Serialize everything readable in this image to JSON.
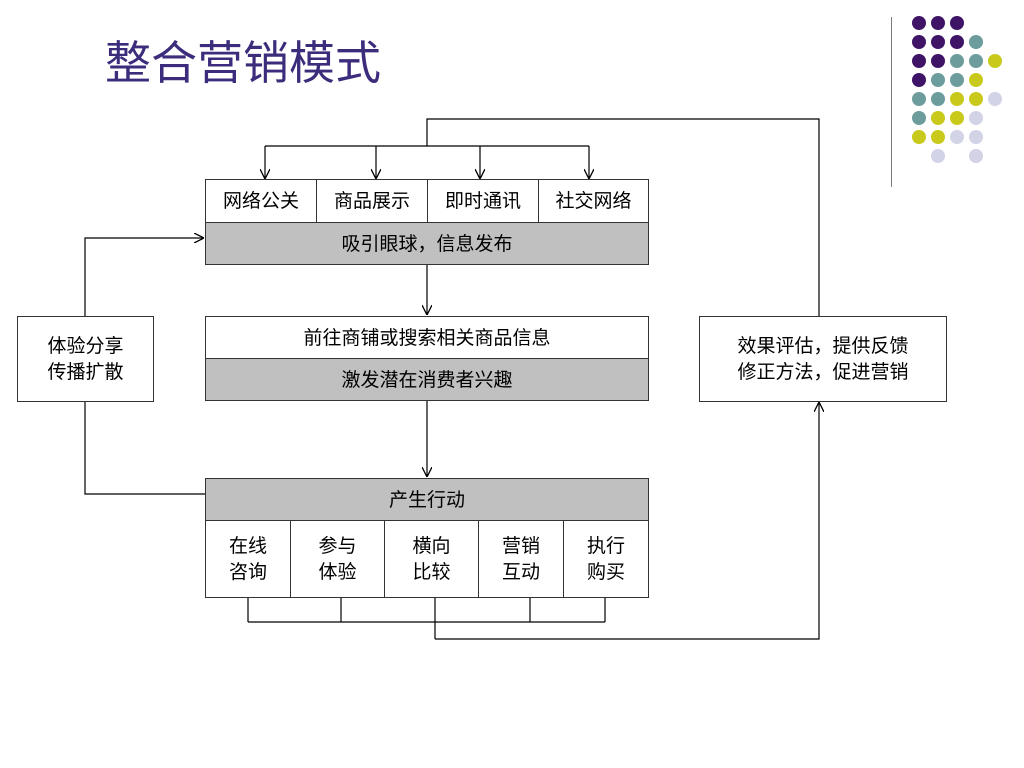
{
  "title": "整合营销模式",
  "colors": {
    "title": "#3d2c7c",
    "dot_purple": "#3f1467",
    "dot_teal": "#6d9c9c",
    "dot_yellow": "#c9c91c",
    "dot_lavender": "#d3d3e8",
    "box_gray": "#c0c0c0",
    "connector": "#000000"
  },
  "diagram": {
    "channels": [
      {
        "label": "网络公关"
      },
      {
        "label": "商品展示"
      },
      {
        "label": "即时通讯"
      },
      {
        "label": "社交网络"
      }
    ],
    "stage1_label": "吸引眼球，信息发布",
    "stage2_top_label": "前往商铺或搜索相关商品信息",
    "stage2_bottom_label": "激发潜在消费者兴趣",
    "stage3_label": "产生行动",
    "actions": [
      {
        "line1": "在线",
        "line2": "咨询"
      },
      {
        "line1": "参与",
        "line2": "体验"
      },
      {
        "line1": "横向",
        "line2": "比较"
      },
      {
        "line1": "营销",
        "line2": "互动"
      },
      {
        "line1": "执行",
        "line2": "购买"
      }
    ],
    "share": {
      "line1": "体验分享",
      "line2": "传播扩散"
    },
    "evaluate": {
      "line1": "效果评估，提供反馈",
      "line2": "修正方法，促进营销"
    }
  }
}
